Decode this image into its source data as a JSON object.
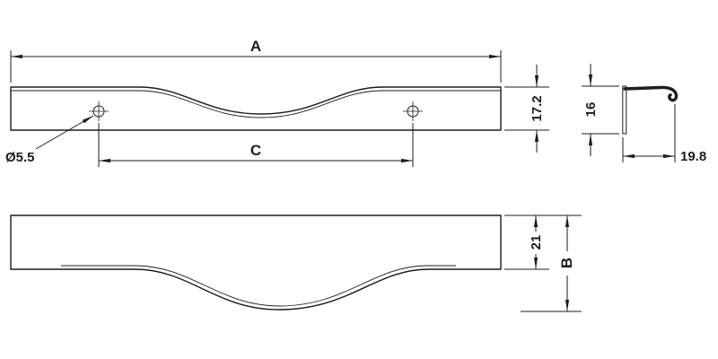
{
  "drawing": {
    "front_view": {
      "width_label": "A",
      "hole_spacing_label": "C",
      "height_label": "17.2",
      "hole_diameter_label": "Ø5.5"
    },
    "profile_view": {
      "height_label": "16",
      "depth_label": "19.8"
    },
    "plan_view": {
      "edge_height_label": "21",
      "total_height_label": "B"
    },
    "colors": {
      "line": "#1d1d1b",
      "background": "#ffffff"
    }
  }
}
